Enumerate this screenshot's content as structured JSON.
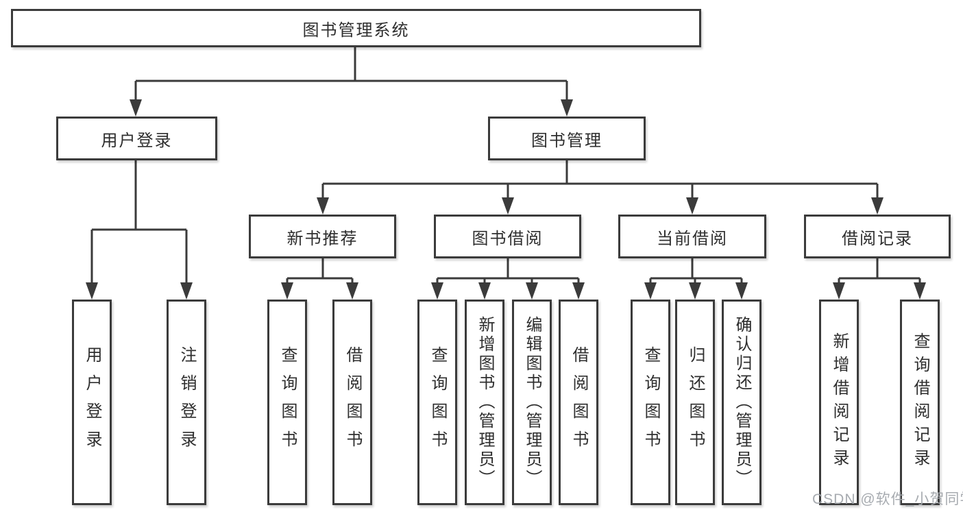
{
  "tree": {
    "root": {
      "label": "图书管理系统"
    },
    "user_login": {
      "label": "用户登录",
      "children": [
        {
          "label": "用户登录"
        },
        {
          "label": "注销登录"
        }
      ]
    },
    "book_management": {
      "label": "图书管理",
      "sections": [
        {
          "label": "新书推荐",
          "children": [
            {
              "label": "查询图书"
            },
            {
              "label": "借阅图书"
            }
          ]
        },
        {
          "label": "图书借阅",
          "children": [
            {
              "label": "查询图书"
            },
            {
              "label": "新增图书（管理员）"
            },
            {
              "label": "编辑图书（管理员）"
            },
            {
              "label": "借阅图书"
            }
          ]
        },
        {
          "label": "当前借阅",
          "children": [
            {
              "label": "查询图书"
            },
            {
              "label": "归还图书"
            },
            {
              "label": "确认归还（管理员）"
            }
          ]
        },
        {
          "label": "借阅记录",
          "children": [
            {
              "label": "新增借阅记录"
            },
            {
              "label": "查询借阅记录"
            }
          ]
        }
      ]
    }
  },
  "watermark": {
    "text": "CSDN @软件_小贺同学"
  },
  "colors": {
    "line": "#3b3b3b",
    "border": "#3b3b3b",
    "text": "#2e2e2e",
    "watermark": "#a2a6ac",
    "background": "#ffffff"
  }
}
